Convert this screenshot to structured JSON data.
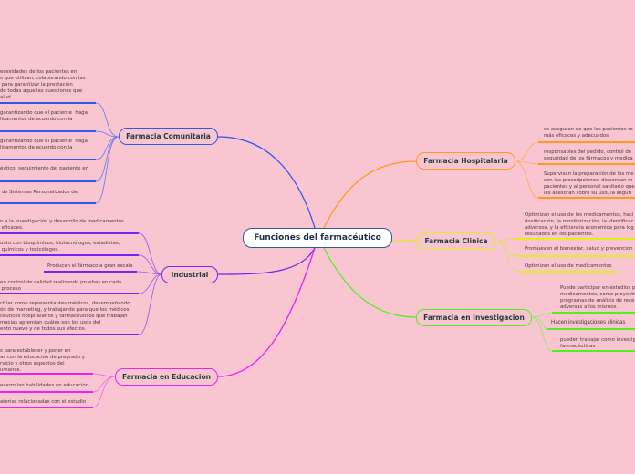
{
  "center": "Funciones del farmacéutico",
  "colors": {
    "comunitaria": "#3355ee",
    "industrial": "#7a22ee",
    "educacion": "#ee22ee",
    "hospitalaria": "#ff9922",
    "clinica": "#ddee22",
    "investigacion": "#55ee22"
  },
  "branches": {
    "comunitaria": {
      "label": "Farmacia Comunitaria",
      "leaves": [
        "ecesidades de los pacientes en\ns que utilizan, colaborando con las\n para garantizar la prestación\ndo todas aquellas cuestiones que\nalud",
        "garantizando que el paciente  haga\nlicamentos de acuerdo con la",
        "garantizando que el paciente  haga\nlicamentos de acuerdo con la",
        "éutico: seguimiento del paciente en",
        " de Sistemas Personalizados de"
      ]
    },
    "industrial": {
      "label": "Industrial",
      "leaves": [
        "n a la investigación y desarrollo de medicamentos\n eficaces.",
        "unto con bioquímicos, biotecnólogos, estadistas,\n químicos y toxicólogos.",
        "Producen el fármaco a gran escala",
        "en control de calidad realizando pruebas en cada\n proceso",
        "ctúar como representantes médicos, desempeñando\nón de marketing, y trabajando para que los médicos,\ncéuticos hospitalarios y farmacéuticos que trabajan\nmacias aprendan cuáles son los usos del\nento nuevo y de todos sus efectos."
      ]
    },
    "educacion": {
      "label": "Farmacia en Educacion",
      "leaves": [
        "s para establecer y poner en\nas con la educación de pregrado y\nrvicio y otros aspectos del\numanos.",
        "esarrollan habilidades en educacion",
        "aterias relacionadas con el estudio"
      ]
    },
    "hospitalaria": {
      "label": "Farmacia Hospitalaria",
      "leaves": [
        "se aseguran de que los pacientes re\nmás eficaces y adecuados",
        "responsables del pedido, control de\nseguridad de los fármacos y medica",
        "Supervisan la preparación de los me\ncon las prescripciones, dispensan m\npacientes y al personal sanitario que\nles asesoran sobre su uso, la seguri"
      ]
    },
    "clinica": {
      "label": "Farmacia Clinica",
      "leaves": [
        "Optimizan el uso de los medicamentos, haci\ndosificación, la monitorización, la identificac\nadversos, y la eficiencia económica para log\nresultados en los pacientes.",
        "Promueven el bienestar, salud y prevencion",
        "Optimizan el uso de medicamentos"
      ]
    },
    "investigacion": {
      "label": "Farmacia en Investigacion",
      "leaves": [
        "Puede participar en estudios p\nmedicamentos, como proyecti\nprogramas de análisis de rece\nadversas a los mismos.",
        "Hacen investigaciones clinicas",
        "pueden trabajar como investig\nfarmacéuticas"
      ]
    }
  }
}
